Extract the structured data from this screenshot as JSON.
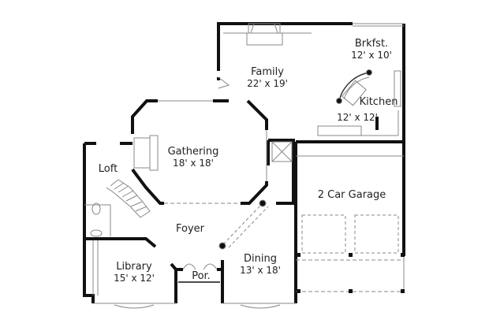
{
  "plan": {
    "rooms": [
      {
        "id": "family",
        "name": "Family",
        "dims": "22' x 19'"
      },
      {
        "id": "brkfst",
        "name": "Brkfst.",
        "dims": "12' x 10'"
      },
      {
        "id": "kitchen",
        "name": "Kitchen",
        "dims": "12' x 12'"
      },
      {
        "id": "gathering",
        "name": "Gathering",
        "dims": "18' x 18'"
      },
      {
        "id": "loft",
        "name": "Loft",
        "dims": ""
      },
      {
        "id": "garage",
        "name": "2 Car Garage",
        "dims": ""
      },
      {
        "id": "foyer",
        "name": "Foyer",
        "dims": ""
      },
      {
        "id": "library",
        "name": "Library",
        "dims": "15' x 12'"
      },
      {
        "id": "porch",
        "name": "Por.",
        "dims": ""
      },
      {
        "id": "dining",
        "name": "Dining",
        "dims": "13' x 18'"
      }
    ],
    "colors": {
      "wall": "#111111",
      "line": "#888888",
      "background": "#ffffff"
    }
  }
}
